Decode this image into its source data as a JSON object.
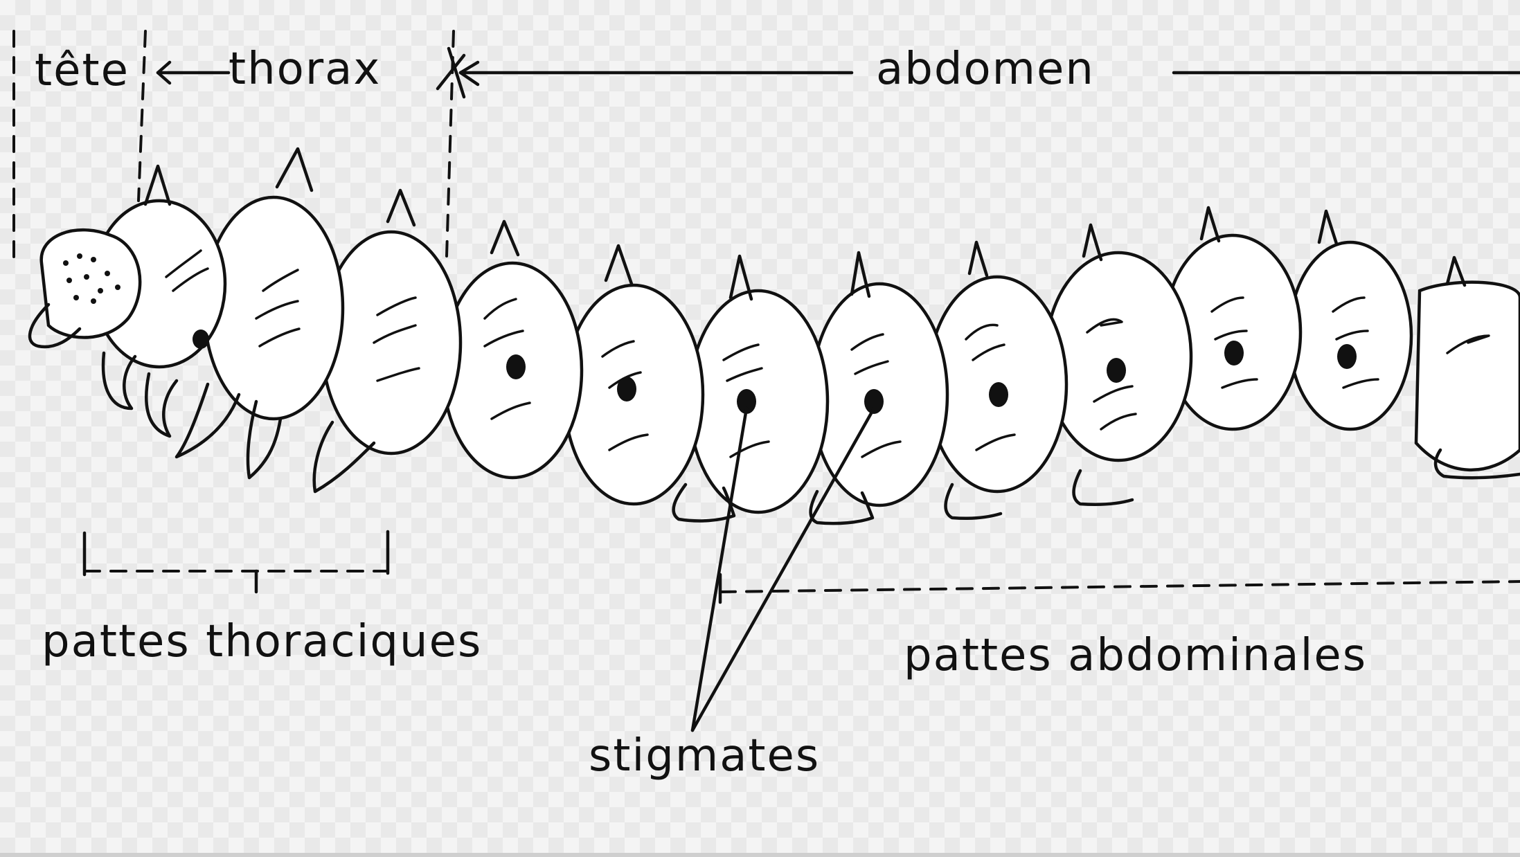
{
  "labels": {
    "tete": "tête",
    "thorax": "thorax",
    "abdomen": "abdomen",
    "pattes_thoraciques": "pattes thoraciques",
    "stigmates": "stigmates",
    "pattes_abdominales": "pattes abdominales"
  }
}
